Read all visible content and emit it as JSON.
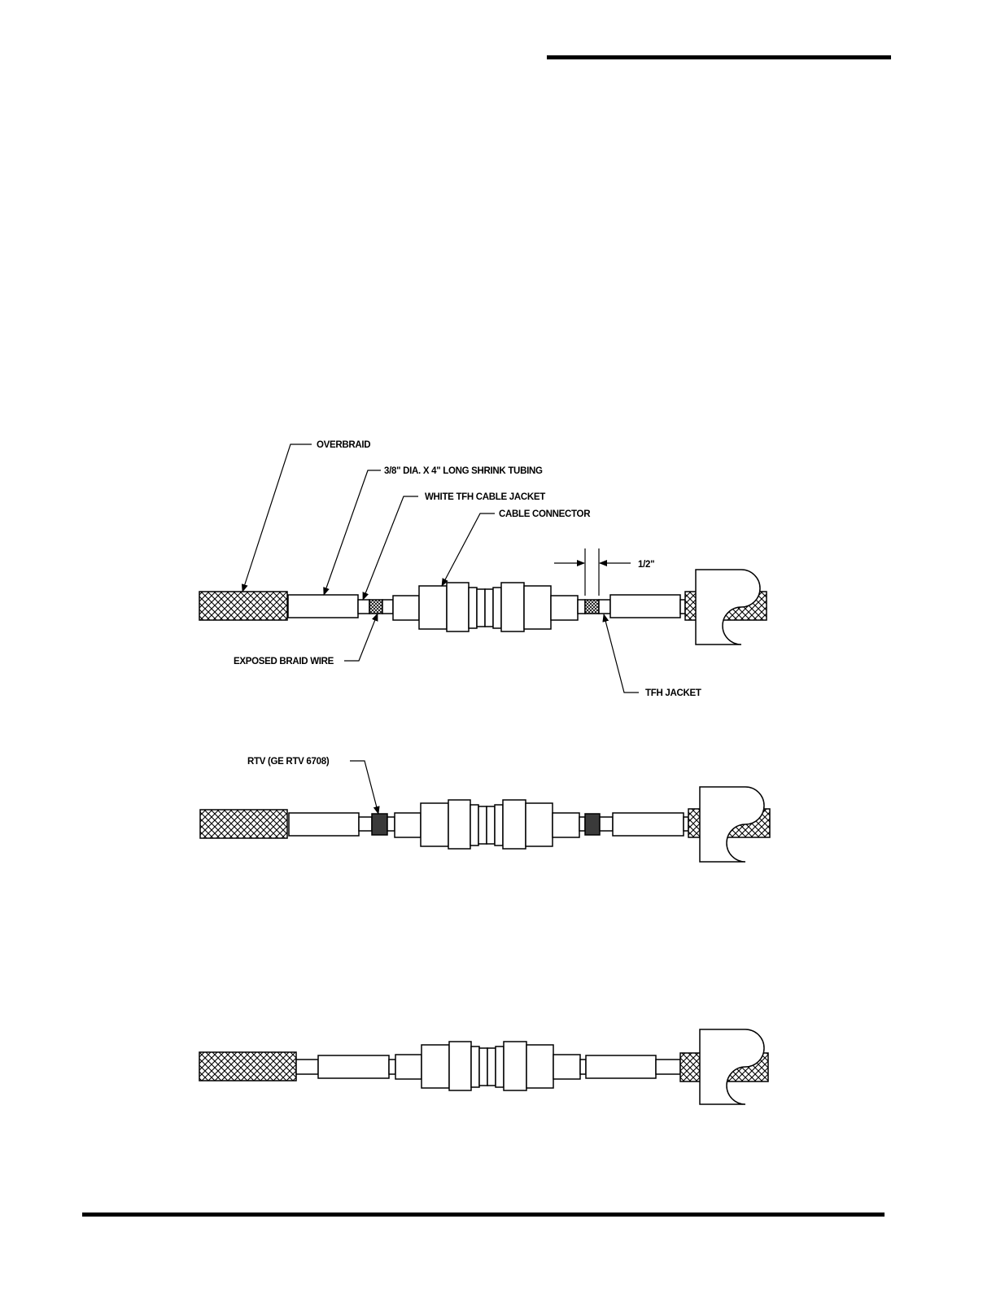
{
  "colors": {
    "ink": "#000000",
    "paper": "#ffffff",
    "rtv": "#3a3a3a"
  },
  "labels": {
    "overbraid": "OVERBRAID",
    "shrink_tubing": "3/8\" DIA. X 4\" LONG SHRINK TUBING",
    "white_tfh": "WHITE TFH CABLE JACKET",
    "cable_connector": "CABLE CONNECTOR",
    "dimension": "1/2\"",
    "exposed_braid": "EXPOSED BRAID WIRE",
    "tfh_jacket": "TFH JACKET",
    "rtv": "RTV (GE RTV 6708)"
  }
}
